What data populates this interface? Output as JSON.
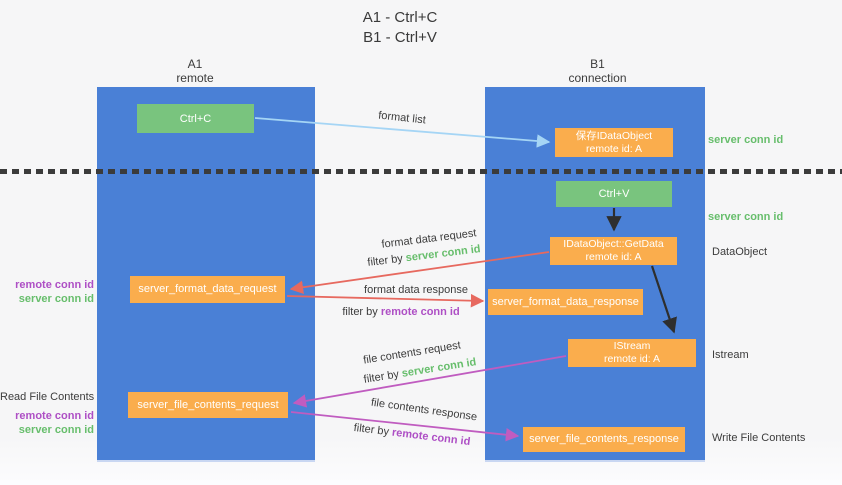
{
  "title": {
    "line1": "A1 - Ctrl+C",
    "line2": "B1 - Ctrl+V"
  },
  "columns": {
    "a1": {
      "id": "A1",
      "role": "remote"
    },
    "b1": {
      "id": "B1",
      "role": "connection"
    }
  },
  "nodes": {
    "ctrl_c": {
      "label": "Ctrl+C"
    },
    "save_dataobject": {
      "line1": "保存IDataObject",
      "line2": "remote id: A"
    },
    "ctrl_v": {
      "label": "Ctrl+V"
    },
    "getdata": {
      "line1": "IDataObject::GetData",
      "line2": "remote id: A"
    },
    "format_request": {
      "label": "server_format_data_request"
    },
    "format_response": {
      "label": "server_format_data_response"
    },
    "istream": {
      "line1": "IStream",
      "line2": "remote id: A"
    },
    "file_request": {
      "label": "server_file_contents_request"
    },
    "file_response": {
      "label": "server_file_contents_response"
    }
  },
  "arrow_labels": {
    "format_list": "format list",
    "format_data_request": "format data request",
    "format_data_response": "format data response",
    "file_contents_request": "file contents request",
    "file_contents_response": "file contents response",
    "filter_by": "filter by",
    "server_conn_id": "server conn id",
    "remote_conn_id": "remote conn id"
  },
  "side_labels": {
    "server_conn_id_top": "server conn id",
    "server_conn_id_mid": "server conn id",
    "dataobject": "DataObject",
    "istream": "Istream",
    "write_file_contents": "Write File Contents",
    "read_file_contents": "Read File Contents",
    "remote_conn_id_a": "remote conn id",
    "server_conn_id_a": "server conn id",
    "remote_conn_id_b": "remote conn id",
    "server_conn_id_b": "server conn id"
  },
  "colors": {
    "column_blue": "#4A80D6",
    "action_green": "#79C47E",
    "message_orange": "#FAAD4D",
    "arrow_lightblue": "#A5D5F5",
    "arrow_black": "#2E2E2E",
    "arrow_red": "#E7695F",
    "arrow_magenta": "#C05CC0",
    "text_green": "#67BE6C",
    "text_purple": "#AE4FC5",
    "text_dark": "#3C3C3C"
  }
}
